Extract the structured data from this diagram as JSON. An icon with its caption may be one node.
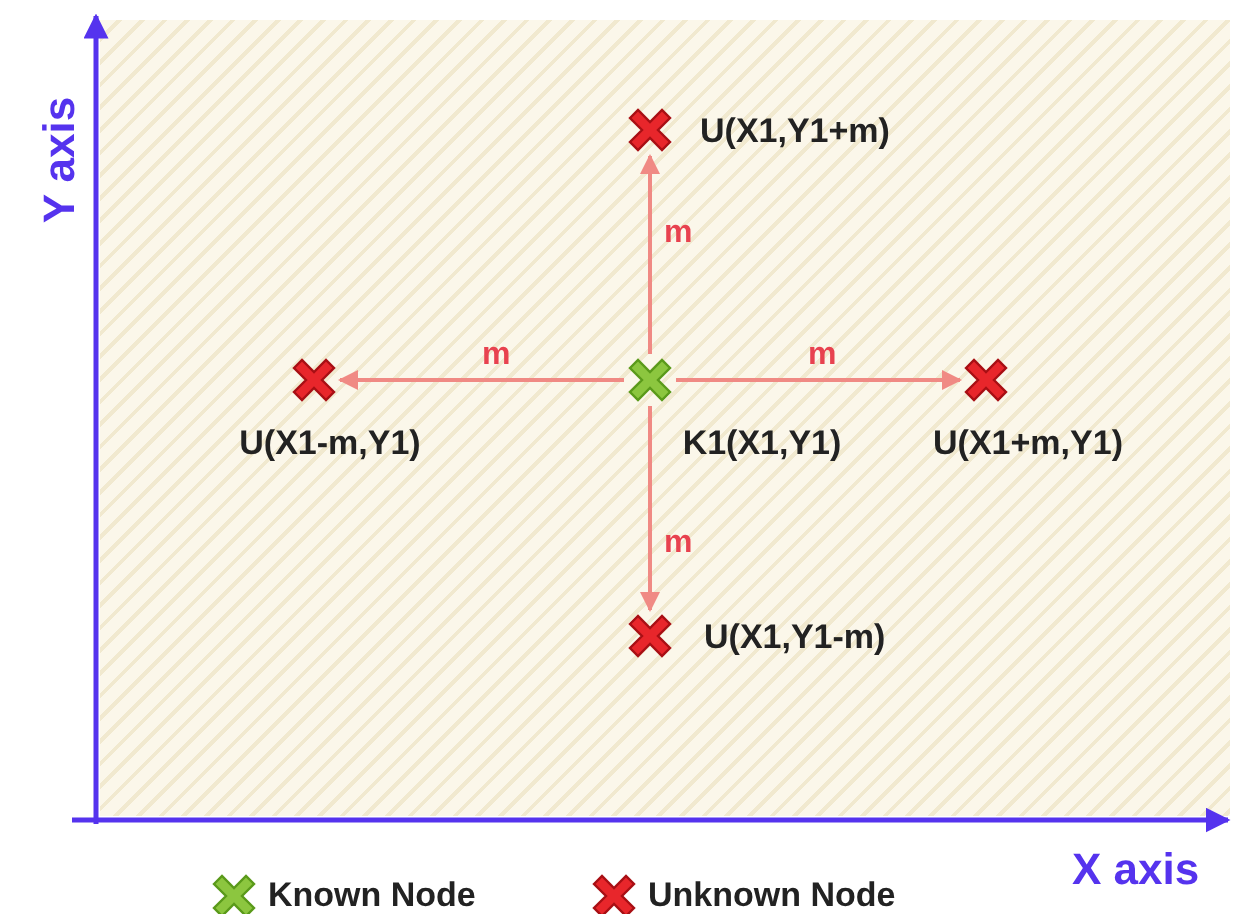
{
  "diagram": {
    "nodes": [
      {
        "text": [],
        "shape": "cross",
        "beside": [
          "U(X1,Y1+m)"
        ]
      },
      {
        "text": [],
        "shape": "cross",
        "beside": [
          "U(X1-m,Y1)"
        ]
      },
      {
        "text": [],
        "shape": "cross",
        "beside": [
          "K1(X1,Y1)"
        ]
      },
      {
        "text": [],
        "shape": "cross",
        "beside": [
          "U(X1+m,Y1)"
        ]
      },
      {
        "text": [],
        "shape": "cross",
        "beside": [
          "U(X1,Y1-m)"
        ]
      }
    ],
    "edges": [
      {
        "from": 2,
        "to": 0,
        "arrow": "to",
        "label": "m"
      },
      {
        "from": 2,
        "to": 1,
        "arrow": "to",
        "label": "m"
      },
      {
        "from": 2,
        "to": 3,
        "arrow": "to",
        "label": "m"
      },
      {
        "from": 2,
        "to": 4,
        "arrow": "to",
        "label": "m"
      }
    ],
    "labels": [
      "Y axis",
      "X axis"
    ],
    "legend": [
      {
        "text": "Known Node"
      },
      {
        "text": "Unknown Node"
      }
    ]
  }
}
